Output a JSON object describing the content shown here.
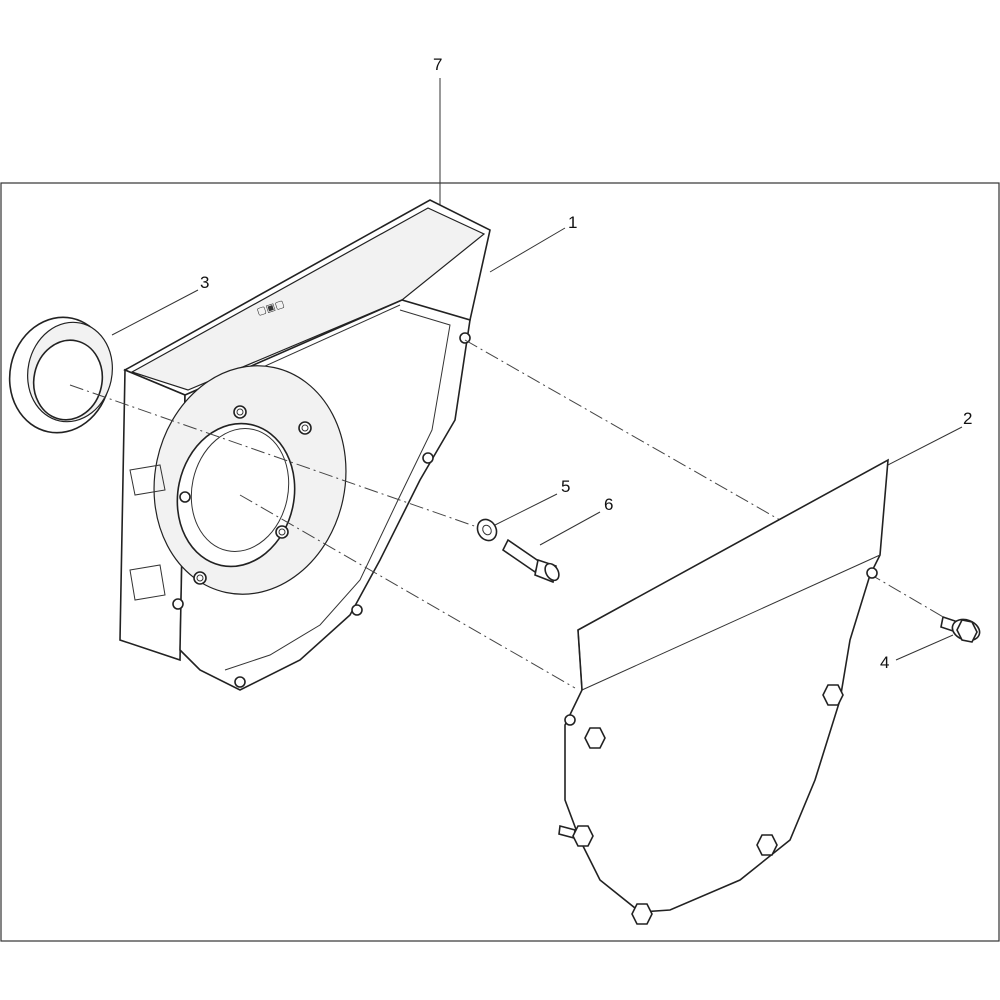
{
  "callouts": {
    "c1": "1",
    "c2": "2",
    "c3": "3",
    "c4": "4",
    "c5": "5",
    "c6": "6",
    "c7": "7"
  },
  "colors": {
    "line": "#222222",
    "background": "#ffffff"
  }
}
